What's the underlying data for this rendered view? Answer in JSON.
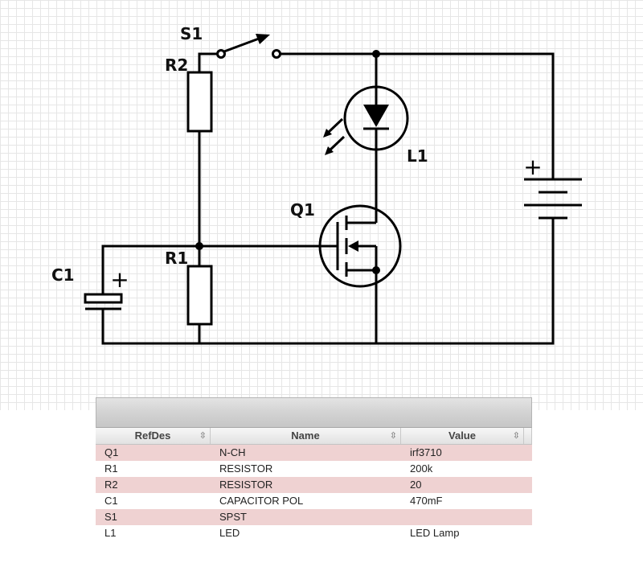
{
  "schematic": {
    "labels": {
      "s1": "S1",
      "r2": "R2",
      "l1": "L1",
      "q1": "Q1",
      "r1": "R1",
      "c1": "C1"
    },
    "polarity_marks": {
      "battery": "+",
      "capacitor": "+"
    }
  },
  "bom": {
    "columns": [
      {
        "label": "RefDes",
        "sort_icon": "⇳"
      },
      {
        "label": "Name",
        "sort_icon": "⇳"
      },
      {
        "label": "Value",
        "sort_icon": "⇳"
      }
    ],
    "rows": [
      {
        "refdes": "Q1",
        "name": "N-CH",
        "value": "irf3710"
      },
      {
        "refdes": "R1",
        "name": "RESISTOR",
        "value": "200k"
      },
      {
        "refdes": "R2",
        "name": "RESISTOR",
        "value": "20"
      },
      {
        "refdes": "C1",
        "name": "CAPACITOR POL",
        "value": "470mF"
      },
      {
        "refdes": "S1",
        "name": "SPST",
        "value": ""
      },
      {
        "refdes": "L1",
        "name": "LED",
        "value": "LED Lamp"
      }
    ]
  },
  "colors": {
    "wire": "#000000",
    "row_highlight": "#efd2d2",
    "grid_line": "#e6e6e6"
  }
}
